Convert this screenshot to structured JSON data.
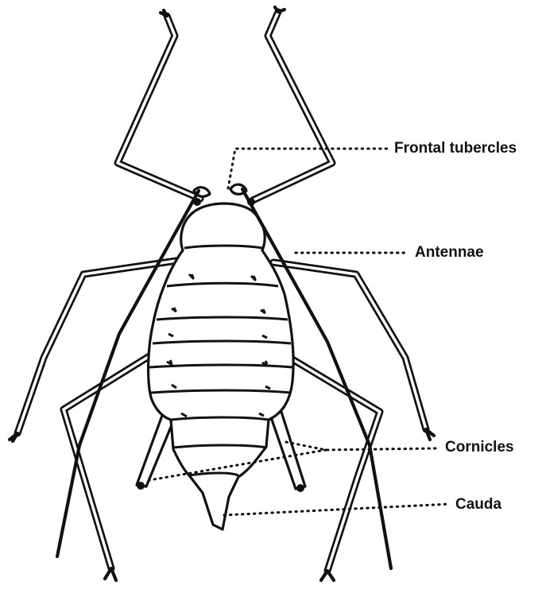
{
  "labels": {
    "frontal_tubercles": "Frontal tubercles",
    "antennae": "Antennae",
    "cornicles": "Cornicles",
    "cauda": "Cauda"
  },
  "colors": {
    "ink": "#111111",
    "background": "#ffffff"
  }
}
